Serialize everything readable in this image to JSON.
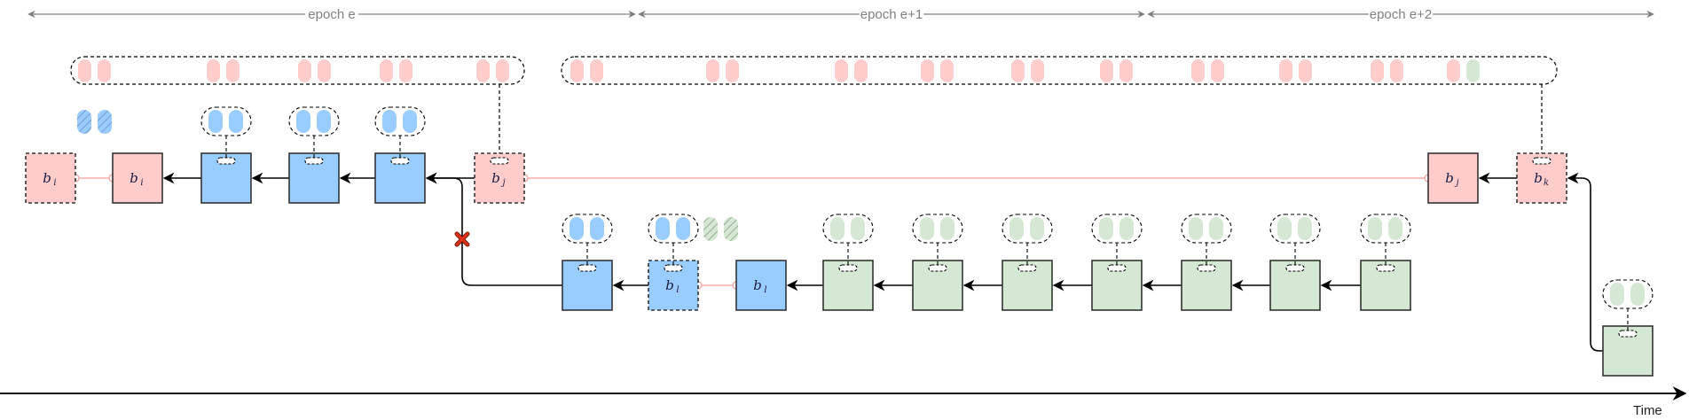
{
  "colors": {
    "pink": "#ffcccc",
    "blue": "#99ccff",
    "green": "#d5e8d4",
    "edge": "#333333",
    "pink_link": "#f19c99",
    "epoch_arrow": "#808080",
    "cross": "#e0311a"
  },
  "epochs": [
    {
      "label": "epoch e"
    },
    {
      "label": "epoch e+1"
    },
    {
      "label": "epoch e+2"
    }
  ],
  "time_axis": {
    "label": "Time"
  },
  "pool_bars": [
    {
      "name": "pool-epoch-e",
      "pairs": [
        [
          "pink",
          "pink"
        ],
        [
          "pink",
          "pink"
        ],
        [
          "pink",
          "pink"
        ],
        [
          "pink",
          "pink"
        ],
        [
          "pink",
          "pink"
        ]
      ]
    },
    {
      "name": "pool-epoch-e1-e2",
      "pairs": [
        [
          "pink",
          "pink"
        ],
        [
          "pink",
          "pink"
        ],
        [
          "pink",
          "pink"
        ],
        [
          "pink",
          "pink"
        ],
        [
          "pink",
          "pink"
        ],
        [
          "pink",
          "pink"
        ],
        [
          "pink",
          "pink"
        ],
        [
          "pink",
          "pink"
        ],
        [
          "pink",
          "pink"
        ],
        [
          "pink",
          "green"
        ]
      ]
    }
  ],
  "row1": [
    {
      "id": "bi-ghost",
      "color": "pink",
      "dashed": true,
      "label": "b",
      "sub": "i"
    },
    {
      "id": "bi",
      "color": "pink",
      "dashed": false,
      "label": "b",
      "sub": "i"
    },
    {
      "id": "blue-1",
      "color": "blue",
      "dashed": false,
      "label": "",
      "sub": "",
      "cloud": "blue"
    },
    {
      "id": "blue-2",
      "color": "blue",
      "dashed": false,
      "label": "",
      "sub": "",
      "cloud": "blue"
    },
    {
      "id": "blue-3",
      "color": "blue",
      "dashed": false,
      "label": "",
      "sub": "",
      "cloud": "blue"
    },
    {
      "id": "bj-ghost",
      "color": "pink",
      "dashed": true,
      "label": "b",
      "sub": "j"
    }
  ],
  "row1_right": [
    {
      "id": "bj",
      "color": "pink",
      "dashed": false,
      "label": "b",
      "sub": "j"
    },
    {
      "id": "bk",
      "color": "pink",
      "dashed": true,
      "label": "b",
      "sub": "k"
    }
  ],
  "row2": [
    {
      "id": "blue-4",
      "color": "blue",
      "dashed": false,
      "label": "",
      "sub": "",
      "cloud": "blue"
    },
    {
      "id": "bl-ghost",
      "color": "blue",
      "dashed": true,
      "label": "b",
      "sub": "l",
      "cloud": "blue"
    },
    {
      "id": "bl",
      "color": "blue",
      "dashed": false,
      "label": "b",
      "sub": "l"
    },
    {
      "id": "green-1",
      "color": "green",
      "dashed": false,
      "label": "",
      "sub": "",
      "cloud": "green"
    },
    {
      "id": "green-2",
      "color": "green",
      "dashed": false,
      "label": "",
      "sub": "",
      "cloud": "green"
    },
    {
      "id": "green-3",
      "color": "green",
      "dashed": false,
      "label": "",
      "sub": "",
      "cloud": "green"
    },
    {
      "id": "green-4",
      "color": "green",
      "dashed": false,
      "label": "",
      "sub": "",
      "cloud": "green"
    },
    {
      "id": "green-5",
      "color": "green",
      "dashed": false,
      "label": "",
      "sub": "",
      "cloud": "green"
    },
    {
      "id": "green-6",
      "color": "green",
      "dashed": false,
      "label": "",
      "sub": "",
      "cloud": "green"
    },
    {
      "id": "green-7",
      "color": "green",
      "dashed": false,
      "label": "",
      "sub": "",
      "cloud": "green"
    }
  ],
  "row3": [
    {
      "id": "green-8",
      "color": "green",
      "dashed": false,
      "label": "",
      "sub": "",
      "cloud": "green"
    }
  ],
  "orphan_pills": [
    {
      "name": "discarded-blue-pills",
      "color": "blue",
      "hatched": true
    },
    {
      "name": "discarded-green-pills",
      "color": "green",
      "hatched": true
    }
  ],
  "annotations": {
    "cross": "fork-rejected-cross-icon"
  }
}
